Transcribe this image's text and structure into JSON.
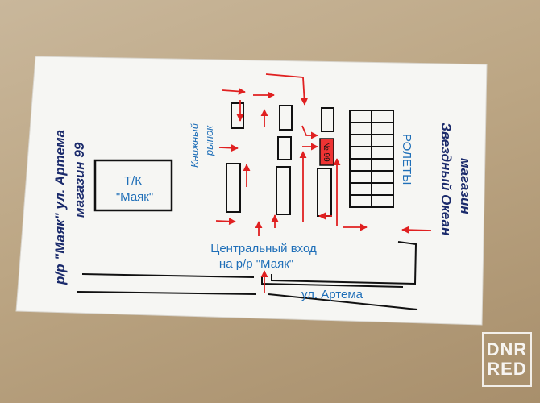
{
  "card": {
    "left_title": "р/р \"Маяк\" ул. Артема",
    "left_subtitle": "магазин 99",
    "right_title": "Звездный Океан",
    "right_subtitle": "магазин",
    "mall_label_1": "Т/К",
    "mall_label_2": "\"Маяк\"",
    "book_market_1": "Книжный",
    "book_market_2": "рынок",
    "rolety": "РОЛЕТЫ",
    "shop_number": "№ 99",
    "entrance_1": "Центральный вход",
    "entrance_2": "на р/р \"Маяк\"",
    "street": "ул. Артема"
  },
  "colors": {
    "blue": "#1f6fb8",
    "navy": "#1a2a6b",
    "red": "#e02020",
    "card": "#f6f6f3"
  },
  "watermark": {
    "line1": "DNR",
    "line2": "RED"
  }
}
